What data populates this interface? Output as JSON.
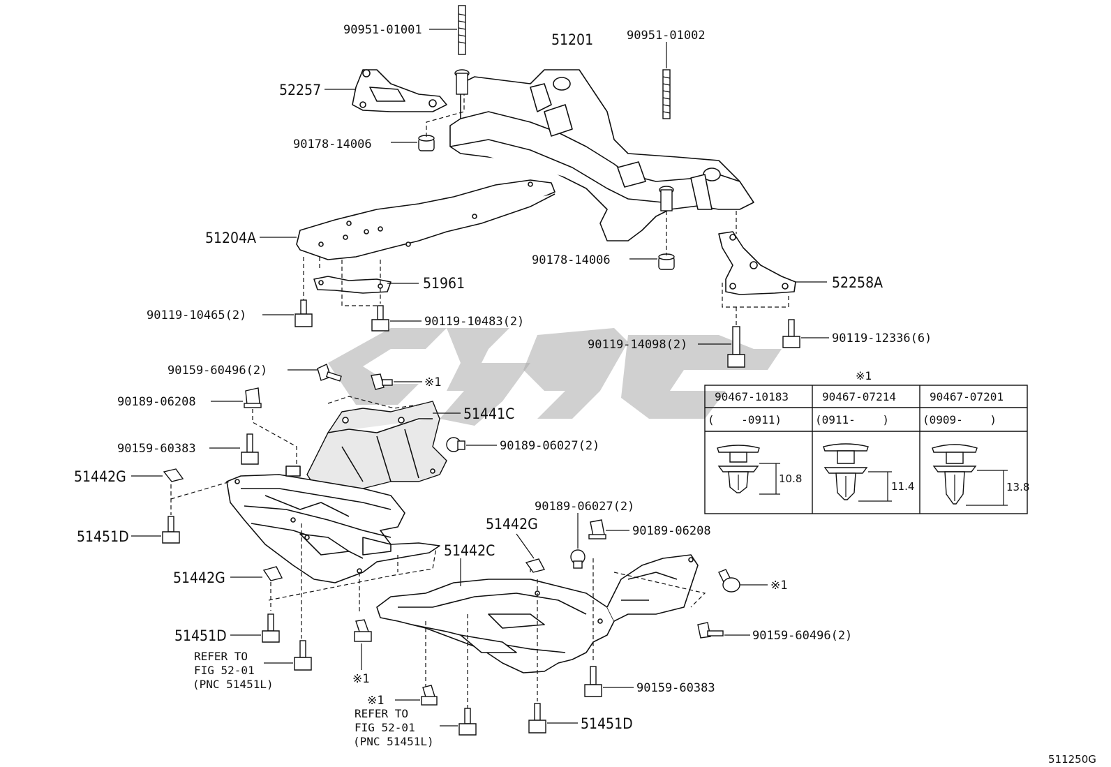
{
  "labels": {
    "p90951_01001": "90951-01001",
    "p51201": "51201",
    "p90951_01002": "90951-01002",
    "p52257": "52257",
    "p90178_14006_a": "90178-14006",
    "p51204A": "51204A",
    "p90178_14006_b": "90178-14006",
    "p51961": "51961",
    "p52258A": "52258A",
    "p90119_10465": "90119-10465(2)",
    "p90119_10483": "90119-10483(2)",
    "p90119_14098": "90119-14098(2)",
    "p90119_12336": "90119-12336(6)",
    "p90159_60496_a": "90159-60496(2)",
    "p_note_a": "※1",
    "p90189_06208_a": "90189-06208",
    "p51441C": "51441C",
    "p90159_60383_a": "90159-60383",
    "p90189_06027_a": "90189-06027(2)",
    "p51442G_a": "51442G",
    "p51451D_a": "51451D",
    "p90189_06027_b": "90189-06027(2)",
    "p51442G_b": "51442G",
    "p90189_06208_b": "90189-06208",
    "p51442C": "51442C",
    "p51442G_c": "51442G",
    "p_note_b": "※1",
    "p51451D_b": "51451D",
    "p90159_60496_b": "90159-60496(2)",
    "p_note_c": "※1",
    "p_note_d": "※1",
    "p90159_60383_b": "90159-60383",
    "p51451D_c": "51451D"
  },
  "refer_left": [
    "REFER TO",
    "FIG 52-01",
    "(PNC 51451L)"
  ],
  "refer_bottom": [
    "REFER TO",
    "FIG 52-01",
    "(PNC 51451L)"
  ],
  "clip_table": {
    "note": "※1",
    "columns": [
      {
        "part": "90467-10183",
        "range": "(    -0911)",
        "dim": "10.8"
      },
      {
        "part": "90467-07214",
        "range": "(0911-    )",
        "dim": "11.4"
      },
      {
        "part": "90467-07201",
        "range": "(0909-    )",
        "dim": "13.8"
      }
    ]
  },
  "figure_code": "511250G"
}
